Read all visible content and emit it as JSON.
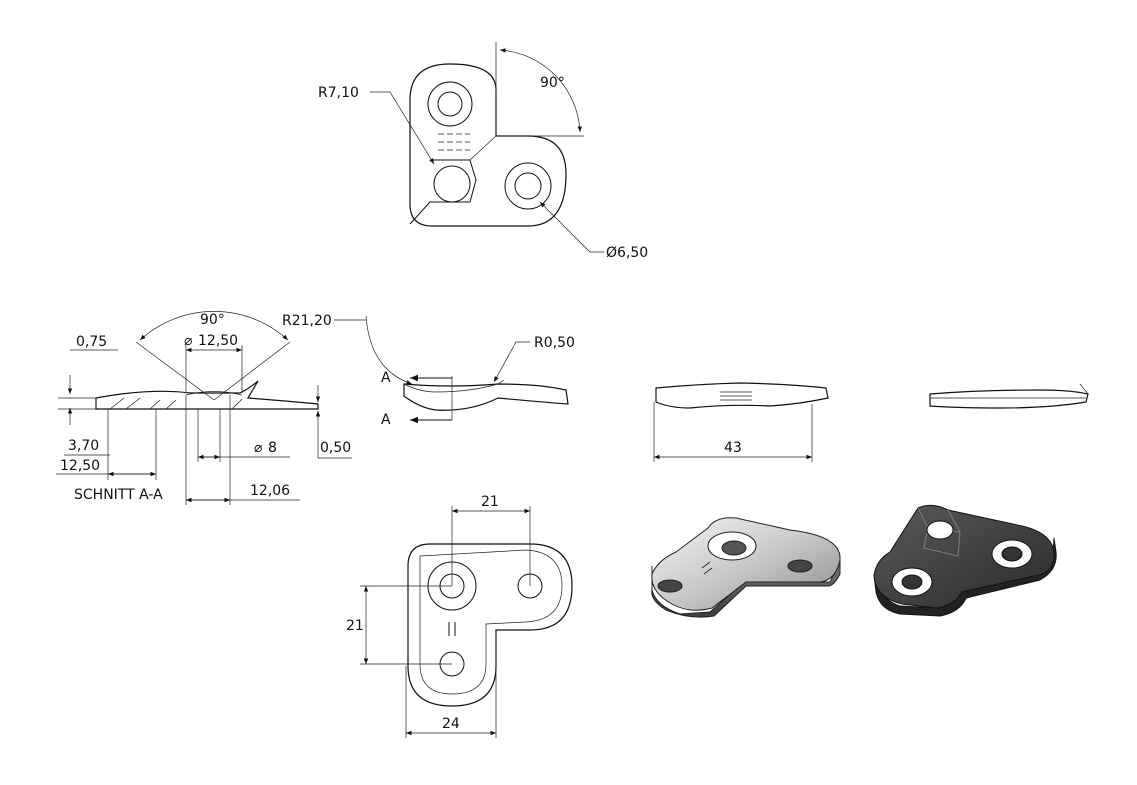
{
  "dimensions": {
    "top_view": {
      "radius": "R7,10",
      "angle": "90°",
      "hole_diameter": "Ø6,50"
    },
    "section_view": {
      "angle": "90°",
      "countersink_diameter": "12,50",
      "dim_0_75": "0,75",
      "dim_3_70": "3,70",
      "dim_12_50": "12,50",
      "hole_diameter": "8",
      "dim_0_50": "0,50",
      "dim_12_06": "12,06",
      "title": "SCHNITT A-A"
    },
    "side_view": {
      "bend_radius": "R21,20",
      "edge_radius": "R0,50",
      "section_marker_top": "A",
      "section_marker_bottom": "A"
    },
    "front_view": {
      "length": "43"
    },
    "bottom_view": {
      "spacing_horizontal": "21",
      "spacing_vertical": "21",
      "width": "24"
    }
  }
}
